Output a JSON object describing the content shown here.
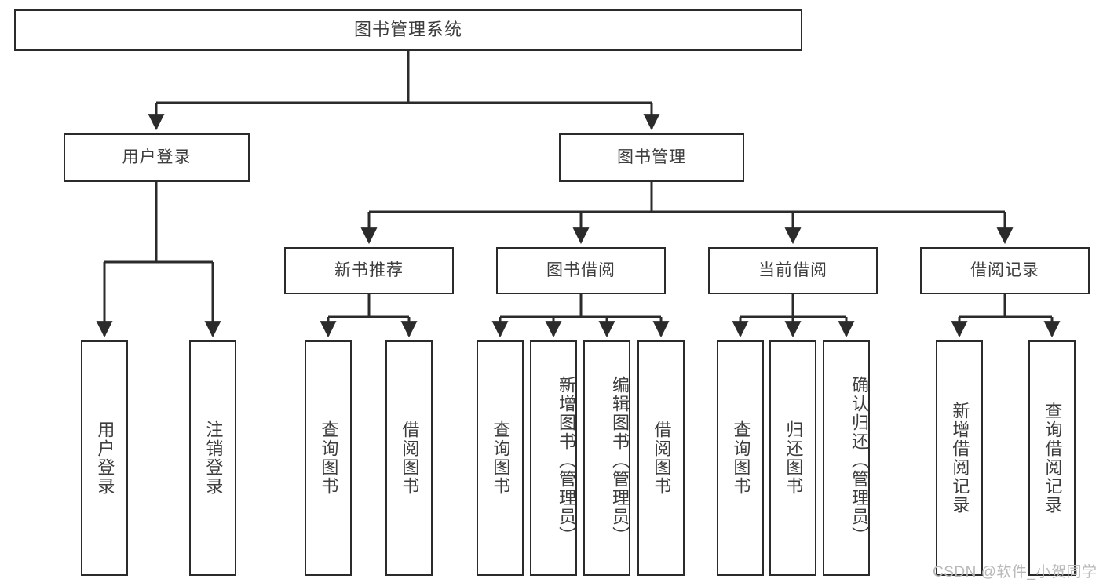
{
  "diagram": {
    "title": "图书管理系统",
    "type": "tree-hierarchy-chart",
    "colors": {
      "stroke": "#2b2b2b",
      "box_fill": "#ffffff",
      "text": "#3d3d3d",
      "watermark": "#b9b9b9",
      "background": "#ffffff"
    },
    "root": {
      "label": "图书管理系统"
    },
    "level2": [
      {
        "label": "用户登录"
      },
      {
        "label": "图书管理"
      }
    ],
    "level3": [
      {
        "label": "新书推荐"
      },
      {
        "label": "图书借阅"
      },
      {
        "label": "当前借阅"
      },
      {
        "label": "借阅记录"
      }
    ],
    "leaves": {
      "user_login": [
        {
          "label": "用户登录"
        },
        {
          "label": "注销登录"
        }
      ],
      "new_book_recommend": [
        {
          "label": "查询图书"
        },
        {
          "label": "借阅图书"
        }
      ],
      "book_borrow": [
        {
          "label": "查询图书"
        },
        {
          "label": "新增图书（管理员）"
        },
        {
          "label": "编辑图书（管理员）"
        },
        {
          "label": "借阅图书"
        }
      ],
      "current_borrow": [
        {
          "label": "查询图书"
        },
        {
          "label": "归还图书"
        },
        {
          "label": "确认归还（管理员）"
        }
      ],
      "borrow_record": [
        {
          "label": "新增借阅记录"
        },
        {
          "label": "查询借阅记录"
        }
      ]
    }
  },
  "watermark": {
    "text": "CSDN @软件_小贺同学"
  }
}
